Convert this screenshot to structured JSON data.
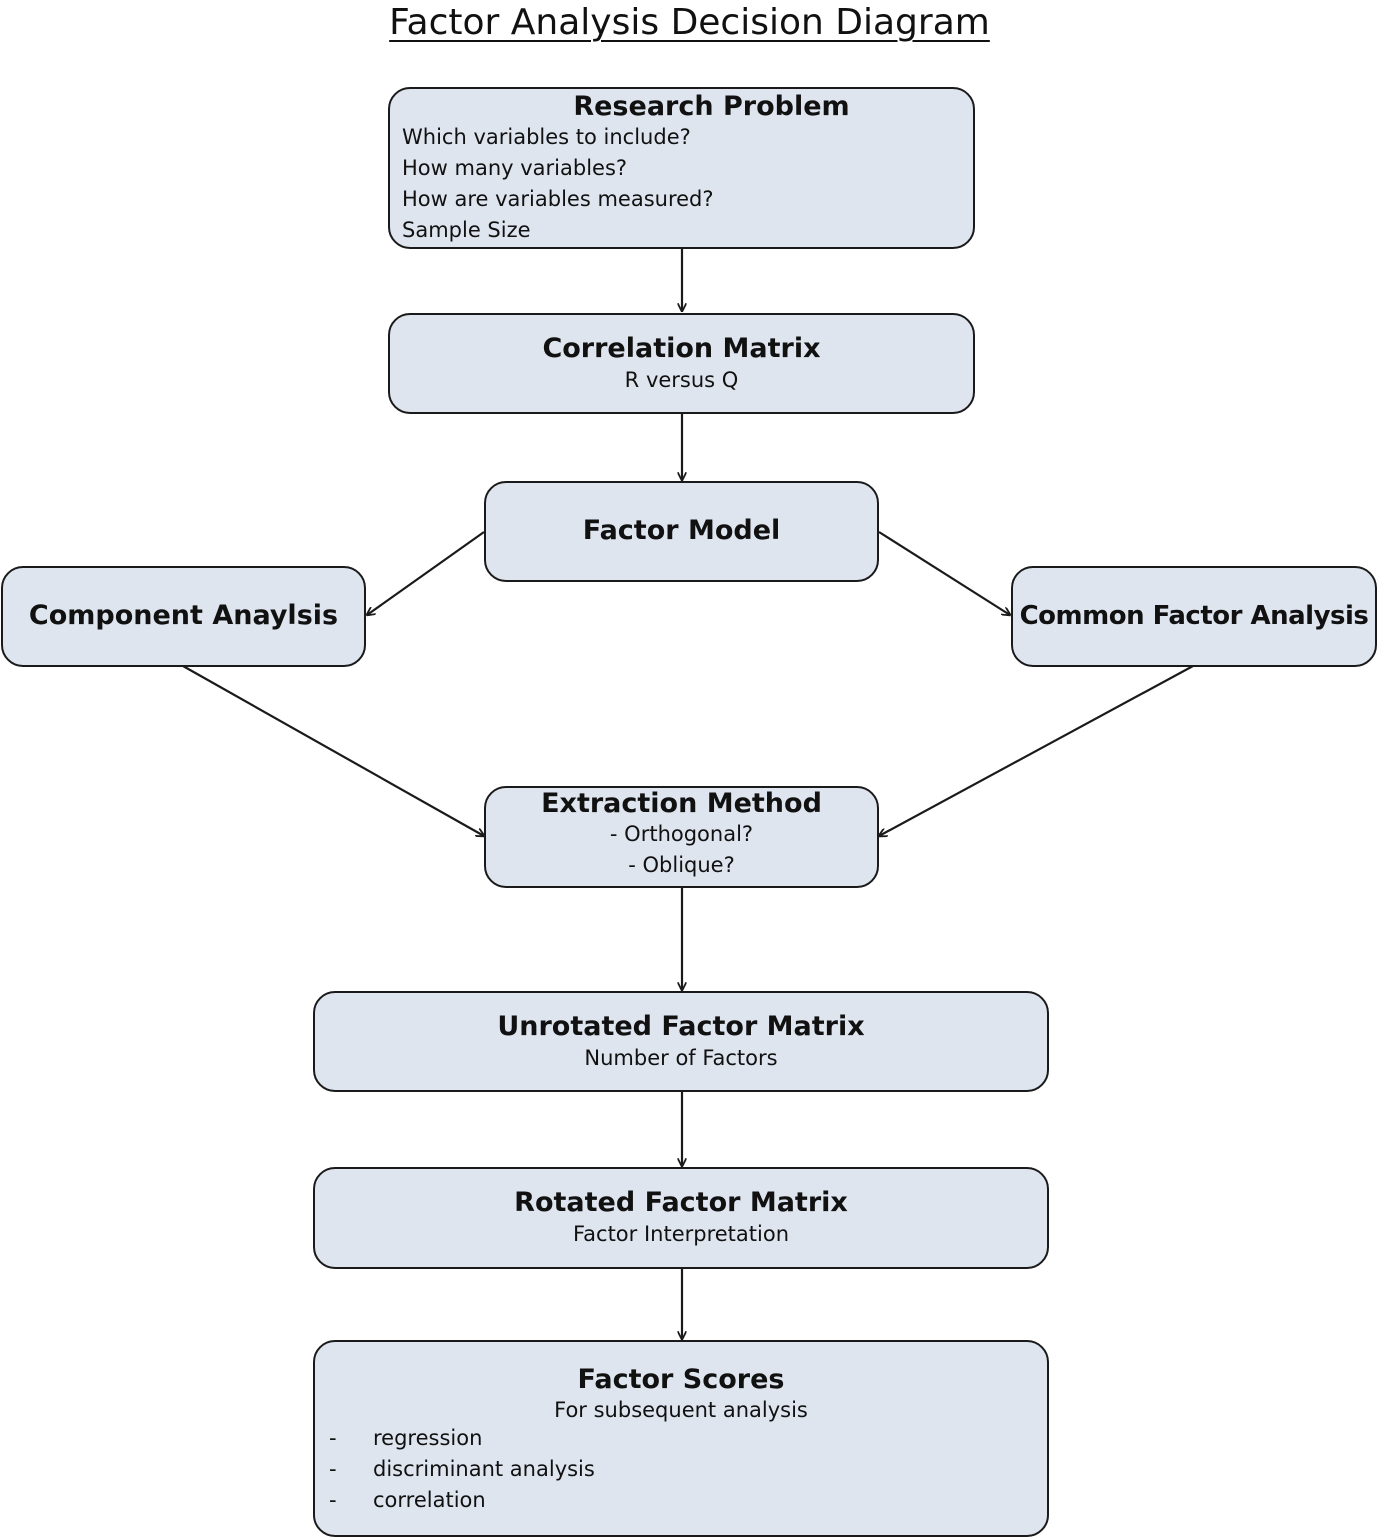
{
  "title": "Factor Analysis Decision Diagram",
  "nodes": {
    "research_problem": {
      "heading": "Research Problem",
      "lines": [
        "Which variables to include?",
        "How many variables?",
        "How are variables measured?",
        "Sample Size"
      ]
    },
    "correlation_matrix": {
      "heading": "Correlation Matrix",
      "sub": "R versus Q"
    },
    "factor_model": {
      "heading": "Factor Model"
    },
    "component_analysis": {
      "heading": "Component Anaylsis"
    },
    "common_factor_analysis": {
      "heading": "Common Factor Analysis"
    },
    "extraction_method": {
      "heading": "Extraction Method",
      "lines": [
        "- Orthogonal?",
        "- Oblique?"
      ]
    },
    "unrotated_factor_matrix": {
      "heading": "Unrotated Factor Matrix",
      "sub": "Number of Factors"
    },
    "rotated_factor_matrix": {
      "heading": "Rotated Factor Matrix",
      "sub": "Factor Interpretation"
    },
    "factor_scores": {
      "heading": "Factor Scores",
      "sub": "For subsequent analysis",
      "bullet": "-",
      "items": [
        "regression",
        "discriminant analysis",
        "correlation"
      ]
    }
  },
  "colors": {
    "box_fill": "#dee5ef",
    "border": "#1a1a1a"
  }
}
